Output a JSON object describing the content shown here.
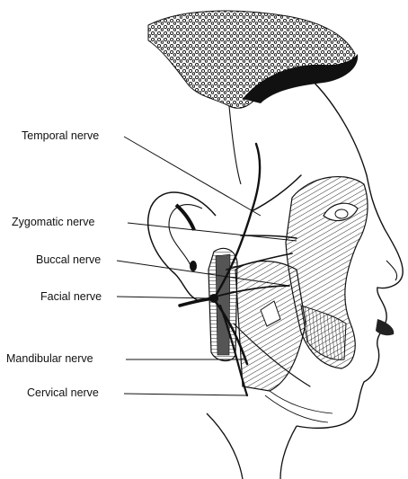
{
  "labels": {
    "temporal": "Temporal nerve",
    "zygomatic": "Zygomatic nerve",
    "buccal": "Buccal nerve",
    "facial": "Facial nerve",
    "mandibular": "Mandibular nerve",
    "cervical": "Cervical nerve"
  },
  "colors": {
    "ink": "#111111",
    "background": "#ffffff"
  }
}
